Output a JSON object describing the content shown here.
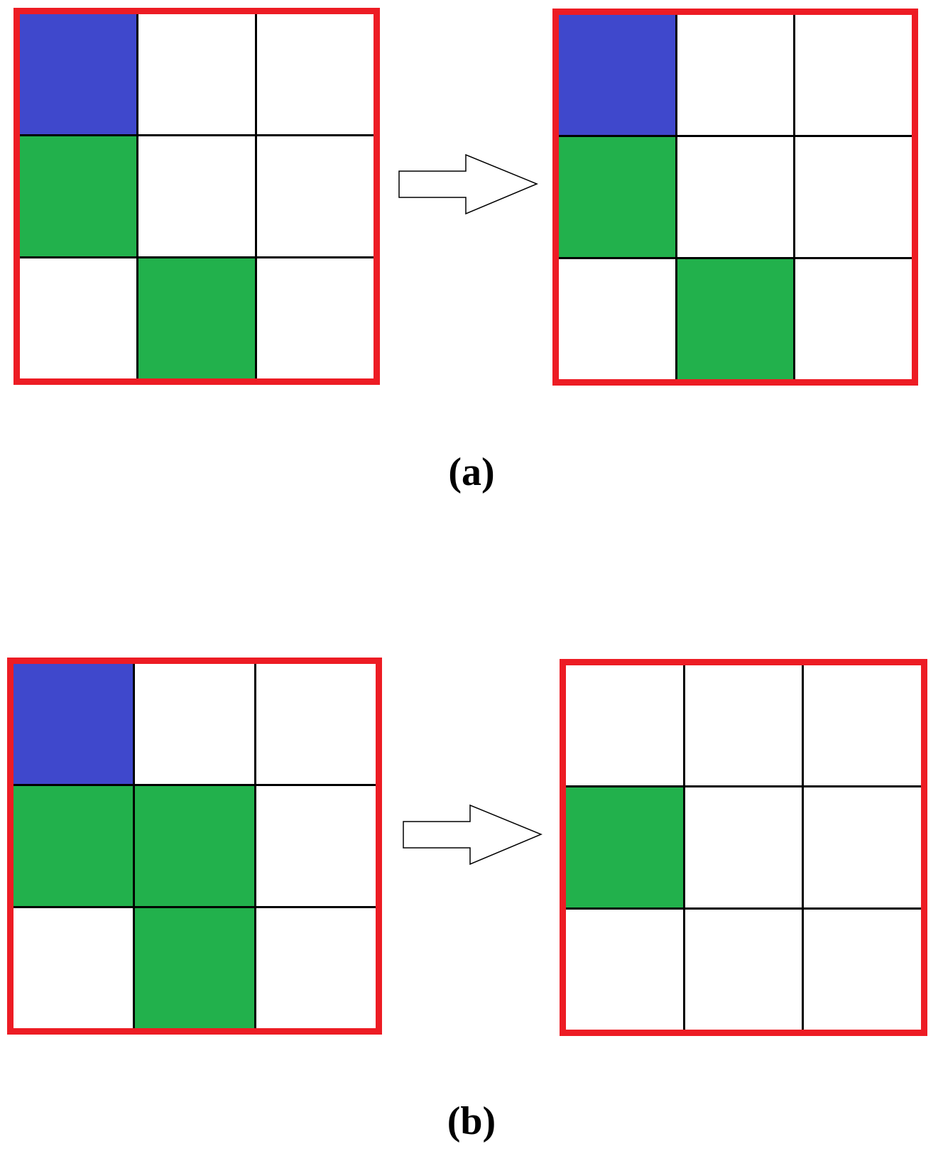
{
  "colors": {
    "frame": "#ed1c24",
    "grid_line": "#000000",
    "blue_cell": "#3f48cc",
    "green_cell": "#22b14c",
    "empty_cell": "#ffffff"
  },
  "panels": [
    {
      "label": "(a)",
      "before": [
        [
          "blue",
          "white",
          "white"
        ],
        [
          "green",
          "white",
          "white"
        ],
        [
          "white",
          "green",
          "white"
        ]
      ],
      "after": [
        [
          "blue",
          "white",
          "white"
        ],
        [
          "green",
          "white",
          "white"
        ],
        [
          "white",
          "green",
          "white"
        ]
      ]
    },
    {
      "label": "(b)",
      "before": [
        [
          "blue",
          "white",
          "white"
        ],
        [
          "green",
          "green",
          "white"
        ],
        [
          "white",
          "green",
          "white"
        ]
      ],
      "after": [
        [
          "white",
          "white",
          "white"
        ],
        [
          "green",
          "white",
          "white"
        ],
        [
          "white",
          "white",
          "white"
        ]
      ]
    }
  ],
  "arrow_icon": "right-arrow-icon"
}
